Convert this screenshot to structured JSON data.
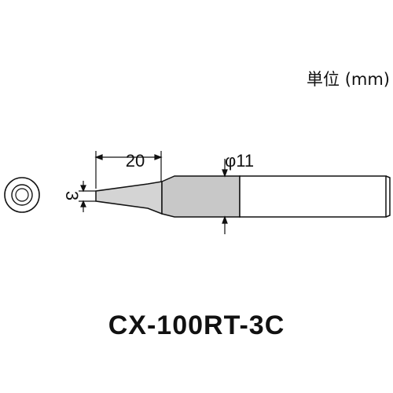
{
  "unit_label": "単位 (mm)",
  "dimensions": {
    "tip_length": "20",
    "diameter": "φ11",
    "tip_size": "3"
  },
  "model_name": "CX-100RT-3C",
  "colors": {
    "line": "#111111",
    "shaded_body": "#c8c8c8",
    "tip_fill": "#d4d4d4",
    "background": "#ffffff"
  }
}
